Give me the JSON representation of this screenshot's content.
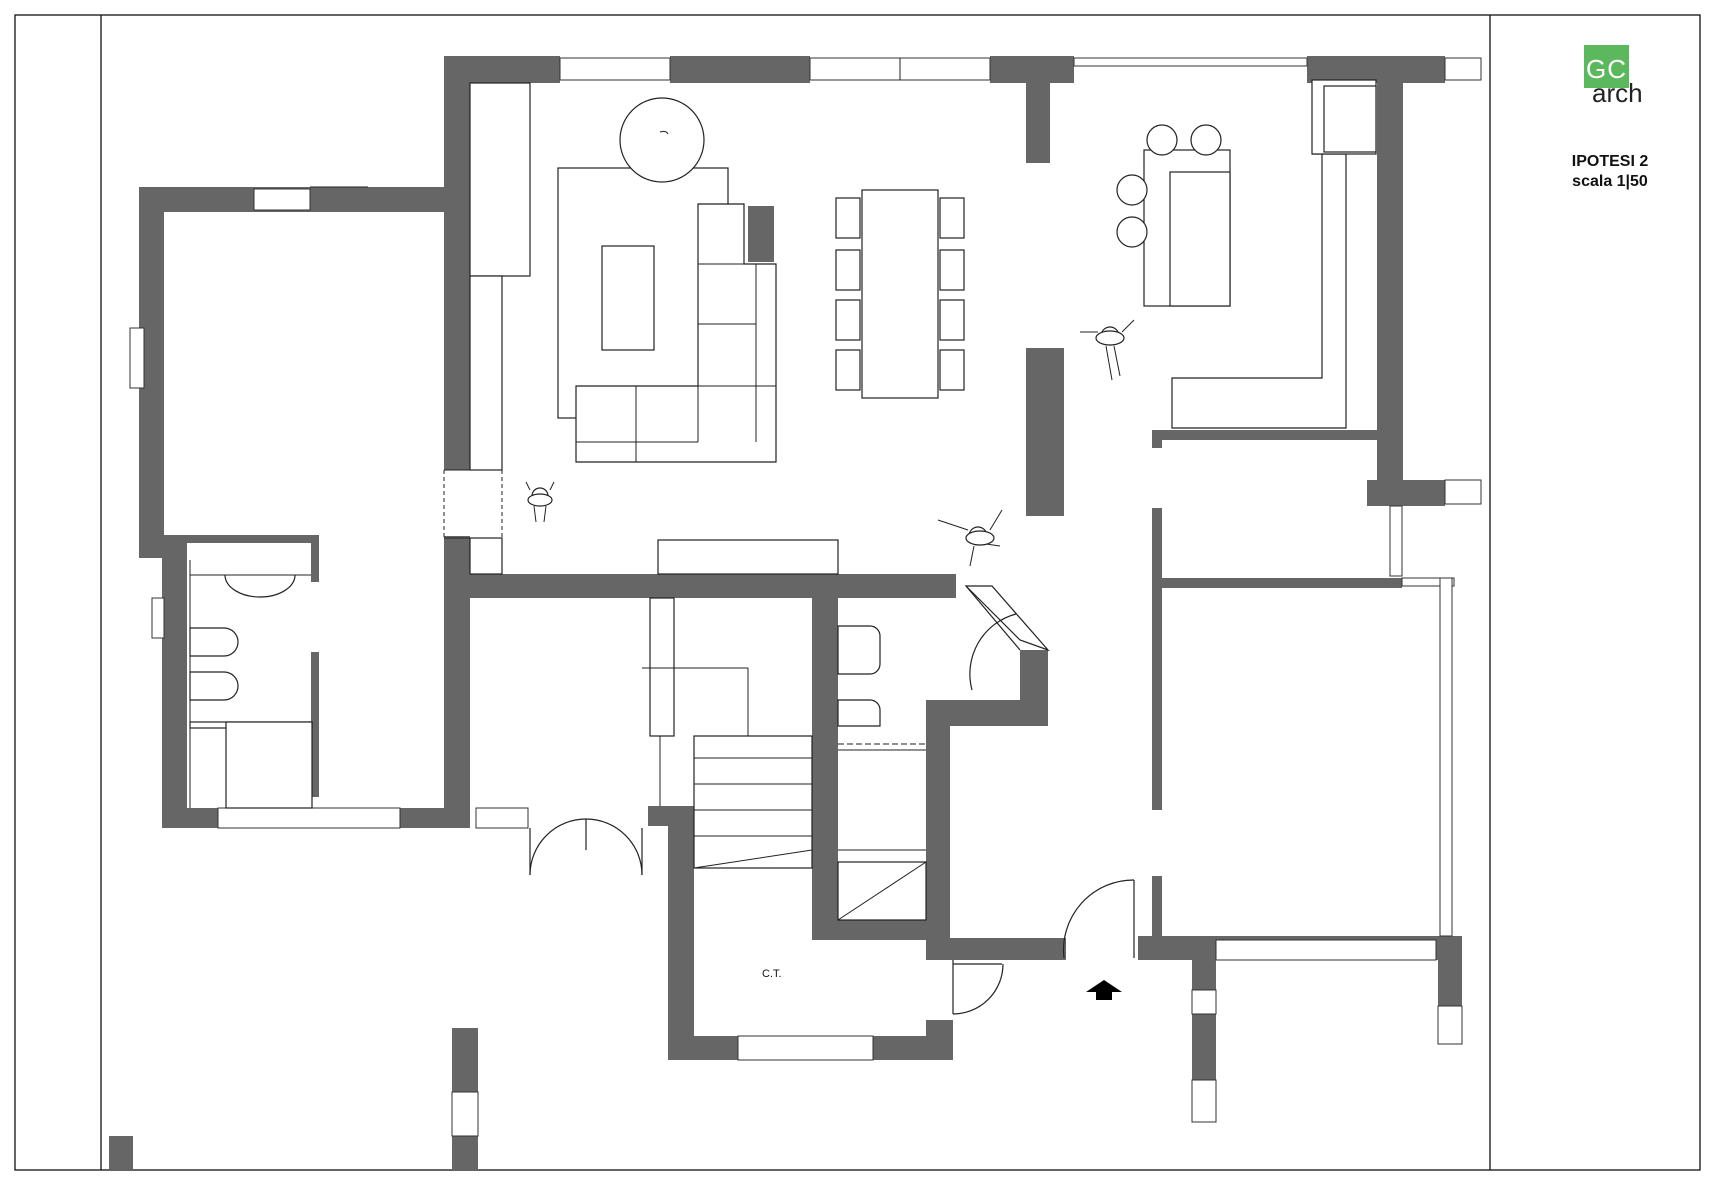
{
  "logo": {
    "mark": "GC",
    "word": "arch",
    "color": "#5cb85c"
  },
  "sheet": {
    "title": "IPOTESI 2",
    "scale": "scala 1|50"
  },
  "rooms": {
    "thermal_room_label": "C.T."
  },
  "colors": {
    "wall": "#666666",
    "line": "#222222",
    "background": "#ffffff"
  },
  "icons": {
    "entrance": "entrance-arrow-icon",
    "person": "person-icon"
  }
}
